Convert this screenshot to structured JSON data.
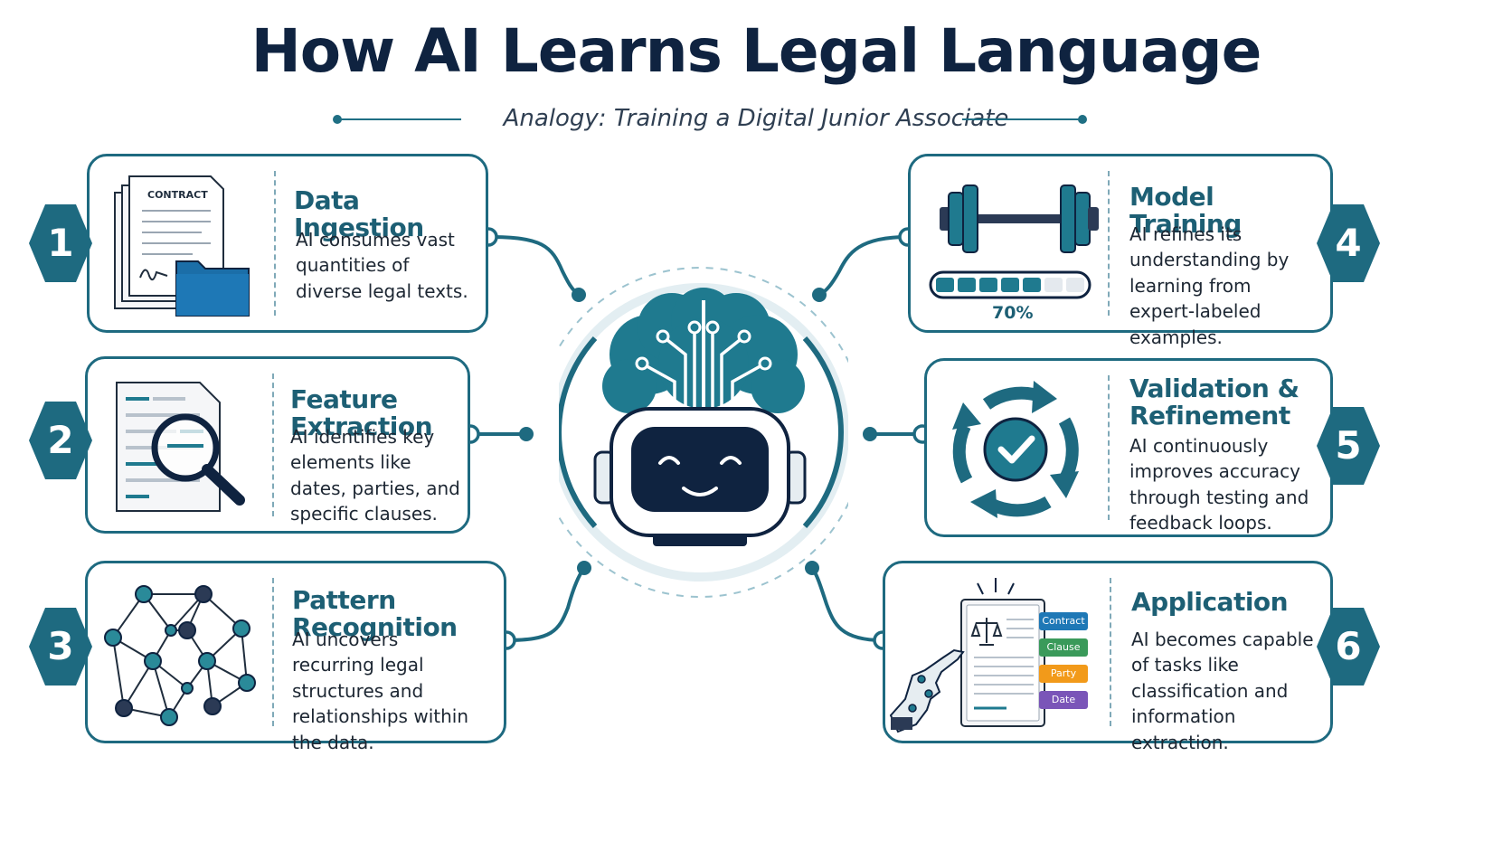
{
  "title": "How AI Learns Legal Language",
  "subtitle": "Analogy: Training a Digital Junior Associate",
  "colors": {
    "teal": "#1e6a80",
    "navy": "#0f2340",
    "heading": "#1d5f74"
  },
  "steps": [
    {
      "number": "1",
      "heading": "Data Ingestion",
      "description": "AI consumes vast quantities of diverse legal texts.",
      "icon": "contract-folder-icon",
      "icon_label": "CONTRACT"
    },
    {
      "number": "2",
      "heading": "Feature Extraction",
      "description": "AI identifies key elements like dates, parties, and specific clauses.",
      "icon": "magnifier-document-icon"
    },
    {
      "number": "3",
      "heading": "Pattern Recognition",
      "description": "AI uncovers recurring legal structures and relationships within the data.",
      "icon": "network-graph-icon"
    },
    {
      "number": "4",
      "heading": "Model Training",
      "description": "AI refines its understanding by learning from expert-labeled examples.",
      "icon": "dumbbell-icon",
      "progress_label": "70%",
      "progress": 0.7
    },
    {
      "number": "5",
      "heading": "Validation & Refinement",
      "description": "AI continuously improves accuracy through testing and feedback loops.",
      "icon": "refresh-check-icon"
    },
    {
      "number": "6",
      "heading": "Application",
      "description": "AI becomes capable of tasks like classification and information extraction.",
      "icon": "robot-hand-document-icon",
      "tags": [
        "Contract",
        "Clause",
        "Party",
        "Date"
      ]
    }
  ],
  "center_icon": "robot-brain-icon"
}
